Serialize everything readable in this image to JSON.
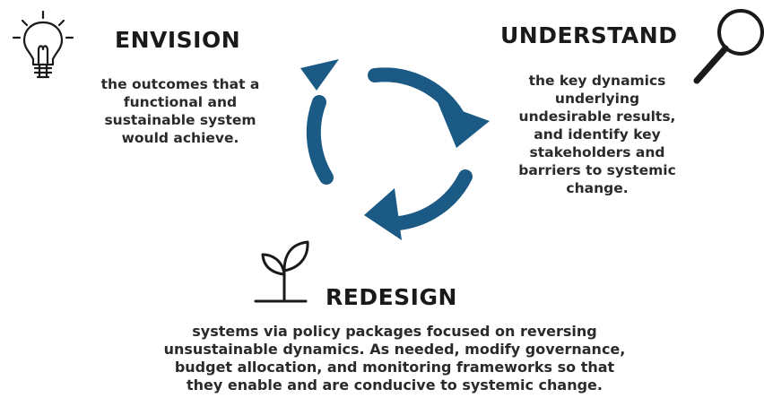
{
  "diagram": {
    "accent_color": "#1b5a85",
    "icon_color": "#1a1a1a",
    "envision": {
      "icon": "lightbulb-icon",
      "heading": "ENVISION",
      "lines": [
        "the outcomes that a",
        "functional and",
        "sustainable system",
        "would achieve."
      ]
    },
    "understand": {
      "icon": "magnifying-glass-icon",
      "heading": "UNDERSTAND",
      "lines": [
        "the key dynamics",
        "underlying",
        "undesirable results,",
        "and identify key",
        "stakeholders and",
        "barriers to systemic",
        "change."
      ]
    },
    "redesign": {
      "icon": "sprout-icon",
      "heading": "REDESIGN",
      "lines": [
        "systems via policy packages focused on reversing",
        "unsustainable dynamics. As needed, modify governance,",
        "budget allocation, and monitoring frameworks so that",
        "they enable and are conducive to systemic change."
      ]
    }
  }
}
